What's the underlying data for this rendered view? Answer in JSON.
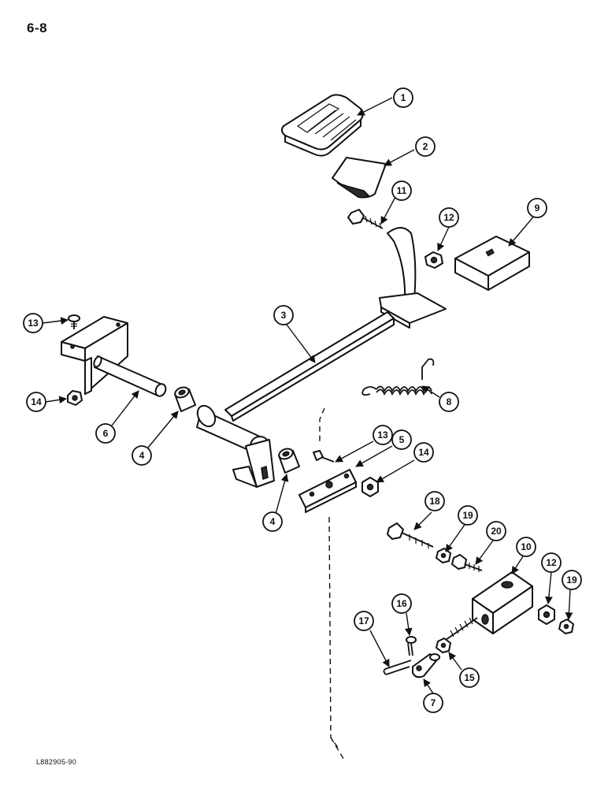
{
  "page_number": "6-8",
  "figure_code": "L882905-90",
  "callouts": [
    "1",
    "2",
    "11",
    "12",
    "9",
    "3",
    "13",
    "14",
    "6",
    "4",
    "4",
    "13",
    "5",
    "14",
    "8",
    "18",
    "19",
    "20",
    "10",
    "12",
    "19",
    "16",
    "17",
    "15",
    "7"
  ],
  "colors": {
    "ink": "#111111",
    "paper": "#ffffff"
  }
}
